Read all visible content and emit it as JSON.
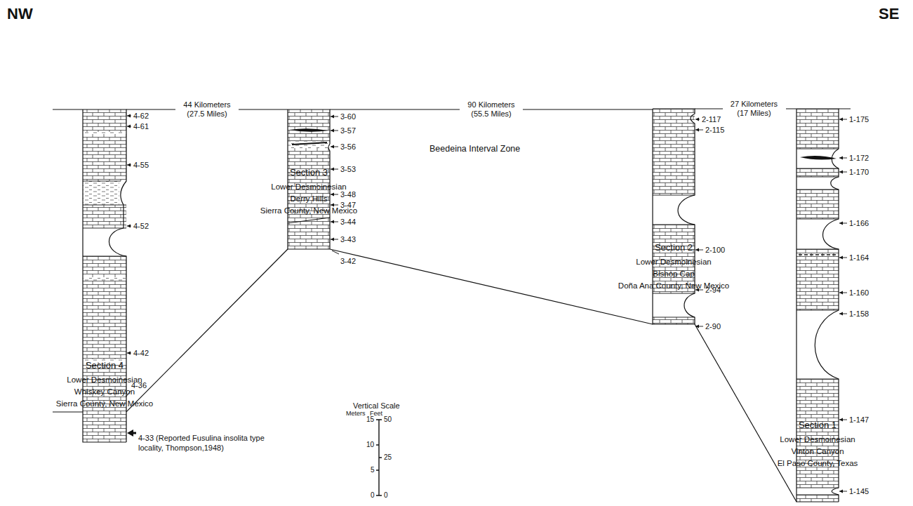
{
  "diagram": {
    "nodes": [
      {
        "text": [
          "Section 4",
          "Lower Desmoinesian",
          "Whiskey Canyon",
          "Sierra County, New Mexico"
        ]
      },
      {
        "text": [
          "Section 3",
          "Lower Desmoinesian",
          "Derry Hills",
          "Sierra County, New Mexico"
        ]
      },
      {
        "text": [
          "Section 2",
          "Lower Desmoinesian",
          "Bishop Cap",
          "Doña Ana County, New Mexico"
        ]
      },
      {
        "text": [
          "Section 1",
          "Lower Desmoinesian",
          "Vinton Canyon",
          "El Paso County, Texas"
        ]
      }
    ],
    "edges": [
      {
        "from": 0,
        "to": 1,
        "arrow": "none",
        "label": "44 Kilometers (27.5 Miles)"
      },
      {
        "from": 1,
        "to": 2,
        "arrow": "none",
        "label": "90 Kilometers (55.5 Miles)"
      },
      {
        "from": 2,
        "to": 3,
        "arrow": "none",
        "label": "27 Kilometers (17 Miles)"
      },
      {
        "from": 0,
        "to": 1,
        "arrow": "none"
      },
      {
        "from": 1,
        "to": 2,
        "arrow": "none"
      },
      {
        "from": 2,
        "to": 3,
        "arrow": "none"
      }
    ],
    "labels": [
      "NW",
      "SE",
      "4-62",
      "4-61",
      "4-55",
      "4-52",
      "4-42",
      "4-36",
      "4-33 (Reported Fusulina insolita type locality, Thompson,1948)",
      "3-60",
      "3-57",
      "3-56",
      "3-53",
      "3-48",
      "3-47",
      "3-44",
      "3-43",
      "3-42",
      "2-117",
      "2-115",
      "2-100",
      "2-94",
      "2-90",
      "1-175",
      "1-172",
      "1-170",
      "1-166",
      "1-164",
      "1-160",
      "1-158",
      "1-147",
      "1-145",
      "Beedeina Interval Zone",
      "Vertical Scale",
      "Meters",
      "Feet",
      "15",
      "10",
      "5",
      "0",
      "50",
      "25",
      "0"
    ]
  }
}
